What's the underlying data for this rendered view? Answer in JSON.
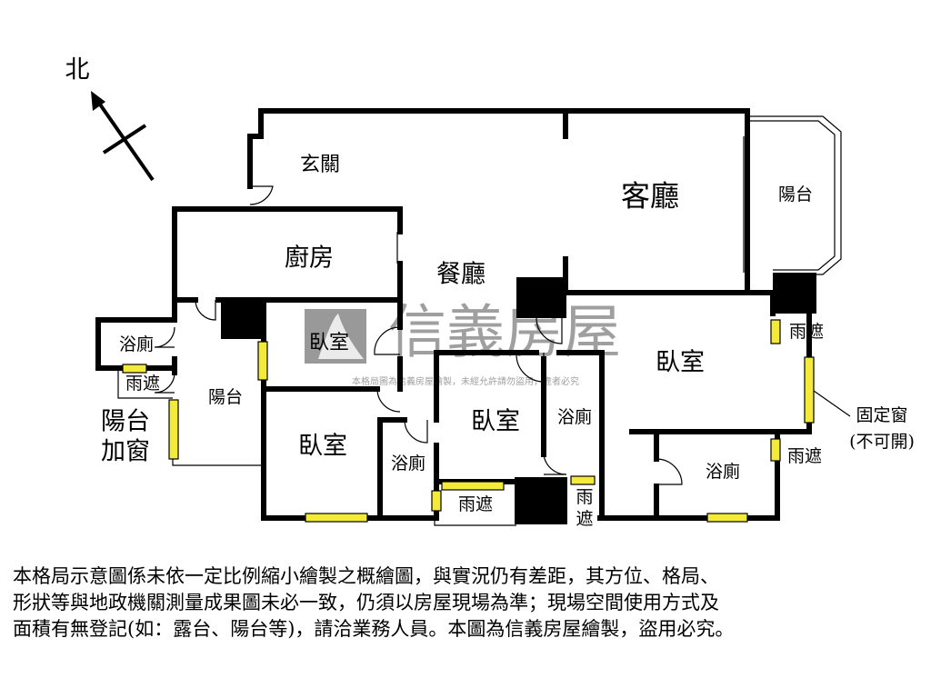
{
  "compass": {
    "north_label": "北"
  },
  "rooms": {
    "entrance": "玄關",
    "living": "客廳",
    "balcony_front": "陽台",
    "kitchen": "廚房",
    "dining": "餐廳",
    "bath_left": "浴廁",
    "canopy_left": "雨遮",
    "balcony_back": "陽台",
    "balcony_enclosed_1": "陽台",
    "balcony_enclosed_2": "加窗",
    "bedroom_1": "臥室",
    "bedroom_2": "臥室",
    "bath_mid": "浴廁",
    "bedroom_3": "臥室",
    "bath_center": "浴廁",
    "bedroom_master": "臥室",
    "canopy_right_top": "雨遮",
    "fixed_window_1": "固定窗",
    "fixed_window_2": "(不可開)",
    "canopy_right_bottom": "雨遮",
    "bath_master": "浴廁",
    "canopy_bottom": "雨遮",
    "canopy_bottom_v1": "雨",
    "canopy_bottom_v2": "遮"
  },
  "watermark": {
    "brand": "信義房屋",
    "notice": "本格局圖為信義房屋繪製，未經允許請勿盜用，違者必究"
  },
  "disclaimer": [
    "本格局示意圖係未依一定比例縮小繪製之概繪圖，與實況仍有差距，其方位、格局、",
    "形狀等與地政機關測量成果圖未必一致，仍須以房屋現場為準；現場空間使用方式及",
    "面積有無登記(如：露台、陽台等)，請洽業務人員。本圖為信義房屋繪製，盜用必究。"
  ],
  "colors": {
    "wall": "#000000",
    "window": "#f3ea3a",
    "watermark": "#777777"
  }
}
